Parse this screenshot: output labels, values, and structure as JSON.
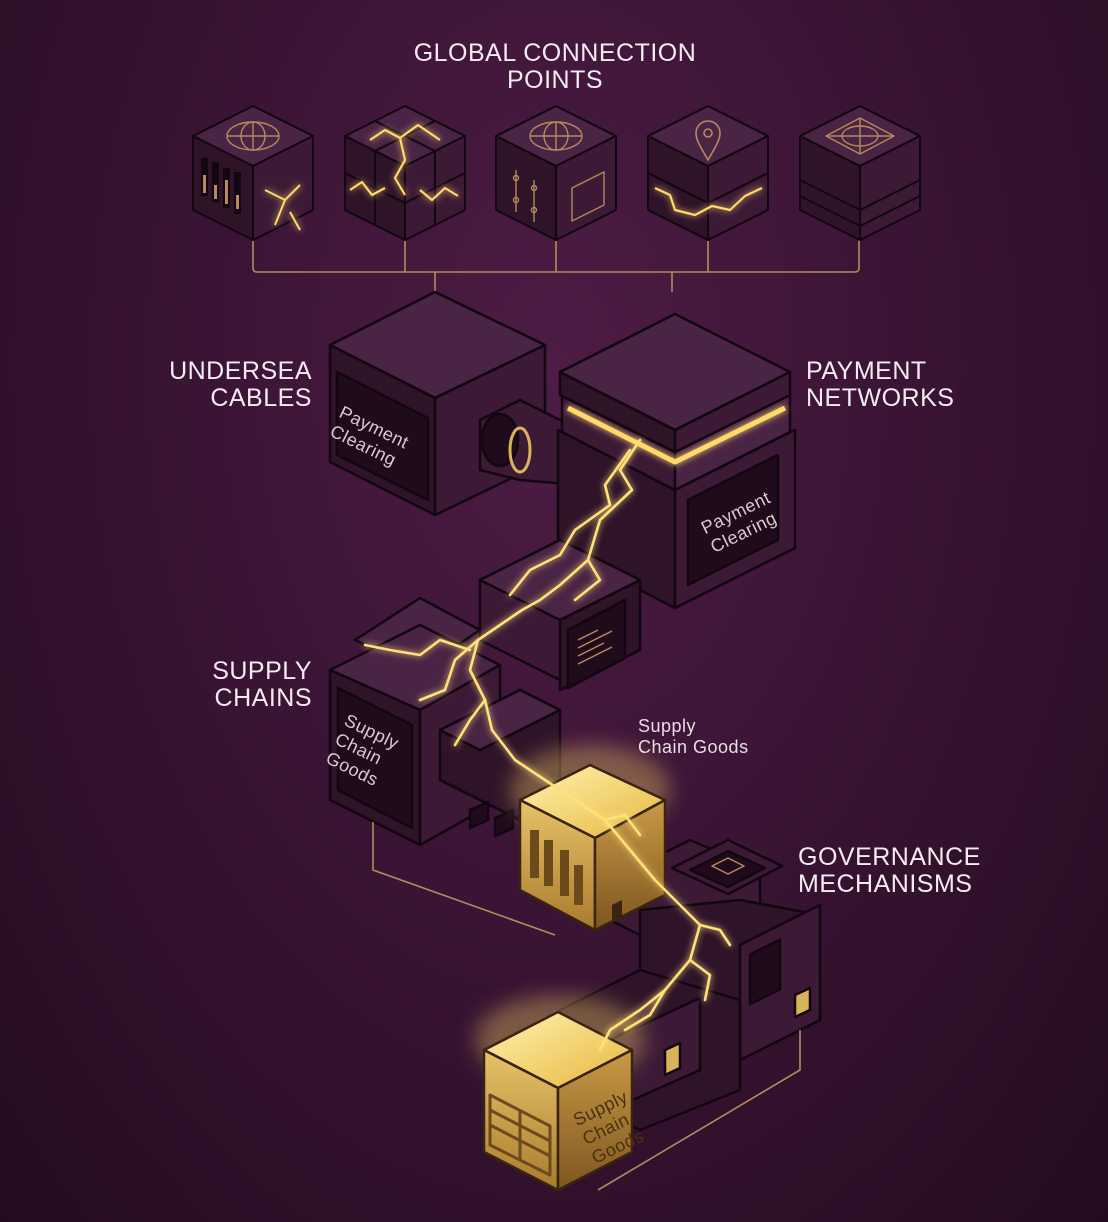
{
  "title": {
    "line1": "GLOBAL CONNECTION",
    "line2": "POINTS"
  },
  "labels": {
    "undersea_cables": {
      "line1": "UNDERSEA",
      "line2": "CABLES"
    },
    "payment_networks": {
      "line1": "PAYMENT",
      "line2": "NETWORKS"
    },
    "supply_chains": {
      "line1": "SUPPLY",
      "line2": "CHAINS"
    },
    "governance": {
      "line1": "GOVERNANCE",
      "line2": "MECHANISMS"
    },
    "supply_chain_goods_caption": {
      "line1": "Supply",
      "line2": "Chain Goods"
    }
  },
  "box_faces": {
    "undersea": [
      "Payment",
      "Clearing"
    ],
    "payment": [
      "Payment",
      "Clearing"
    ],
    "supply": [
      "Supply",
      "Chain",
      "Goods"
    ],
    "final": [
      "Supply",
      "Chain",
      "Goods"
    ]
  },
  "top_cubes": [
    {
      "icon": "globe-icon"
    },
    {
      "icon": "cracked-cube-icon"
    },
    {
      "icon": "globe-icon"
    },
    {
      "icon": "location-pin-icon"
    },
    {
      "icon": "diamond-grid-icon"
    }
  ],
  "colors": {
    "background": "#3a1434",
    "cube_dark": "#2b1227",
    "cube_mid": "#3c1a36",
    "outline": "#120610",
    "accent_line": "#b58a5c",
    "glow": "#ffd96a",
    "gold": "#d9b35a"
  }
}
